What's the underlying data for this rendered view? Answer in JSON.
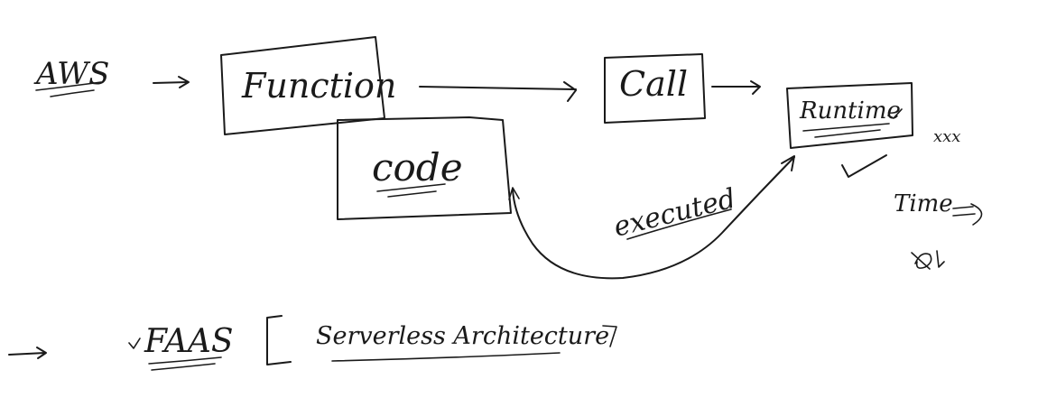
{
  "labels": {
    "aws": "AWS",
    "function": "Function",
    "code": "code",
    "call": "Call",
    "runtime": "Runtime",
    "xxx": "xxx",
    "executed": "executed",
    "time": "Time",
    "faas": "FAAS",
    "serverless": "Serverless Architecture"
  },
  "colors": {
    "ink": "#1a1a1a",
    "background": "#ffffff"
  }
}
